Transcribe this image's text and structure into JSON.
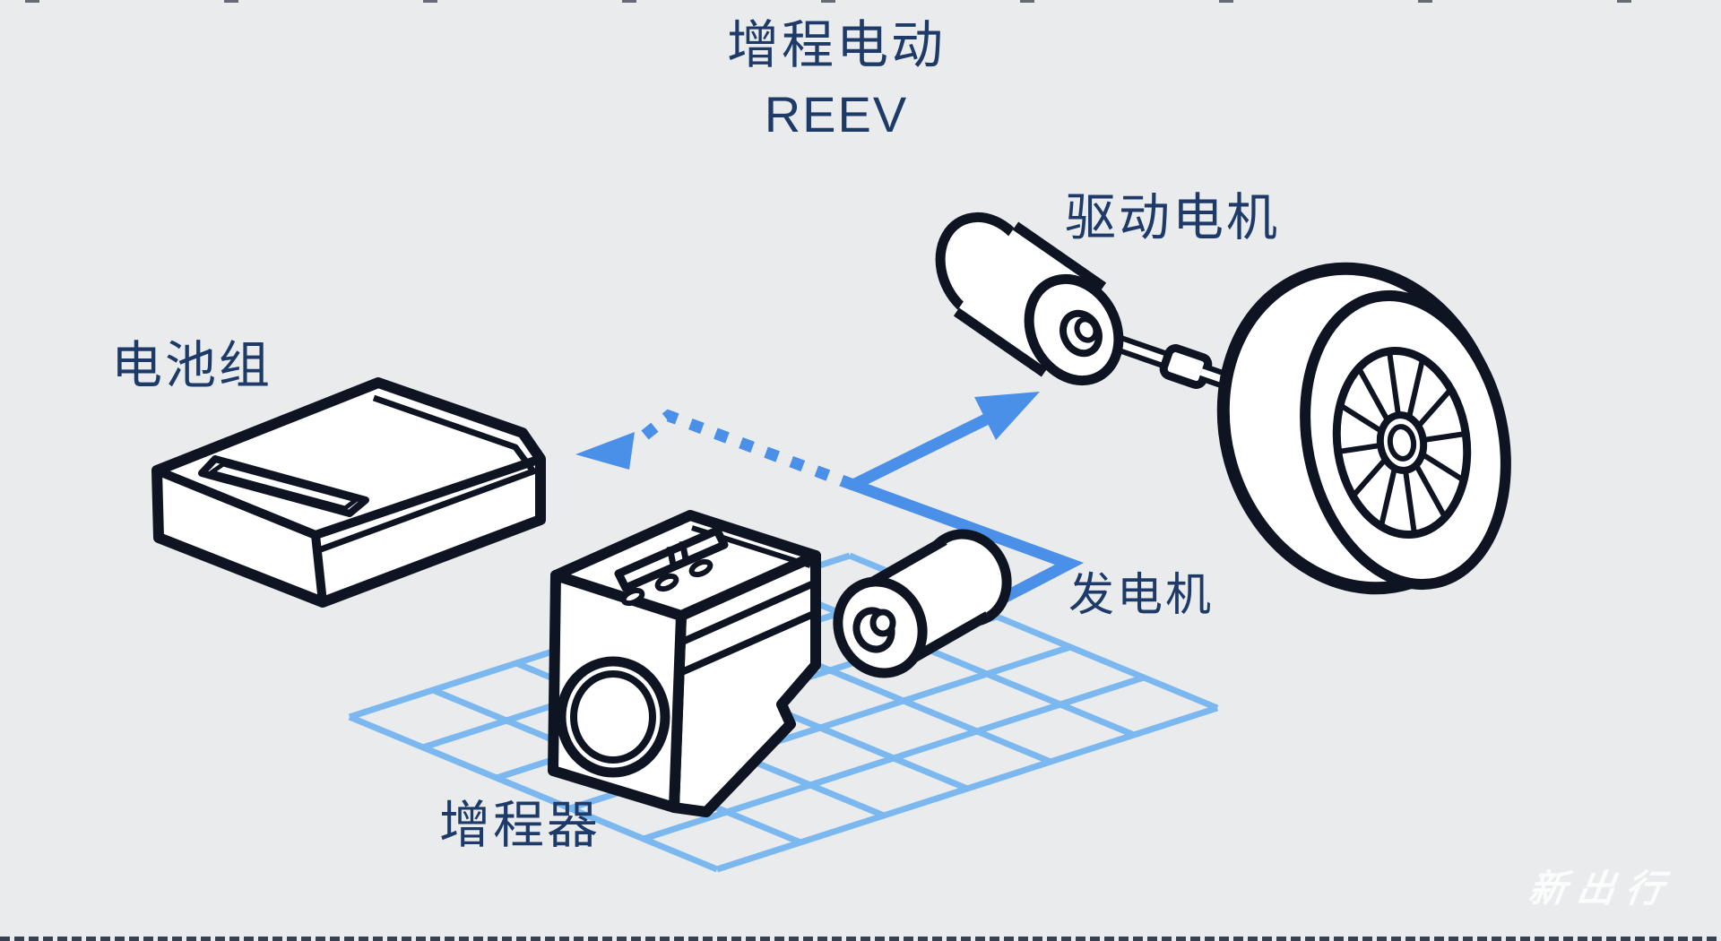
{
  "title": {
    "line1": "增程电动",
    "line2": "REEV"
  },
  "labels": {
    "battery_pack": "电池组",
    "drive_motor": "驱动电机",
    "generator": "发电机",
    "range_extender": "增程器"
  },
  "watermark": "新出行",
  "diagram": {
    "type": "powertrain-schematic",
    "components": [
      "battery-pack",
      "range-extender-engine",
      "generator",
      "drive-motor",
      "wheel"
    ],
    "flows": [
      {
        "from": "generator",
        "to": "drive-motor",
        "style": "solid-arrow"
      },
      {
        "from": "generator",
        "to": "battery-pack",
        "style": "dotted-arrow"
      }
    ]
  },
  "colors": {
    "background": "#e9ebec",
    "ink": "#0f1422",
    "label_text": "#1d3a68",
    "arrow_blue": "#4a8fe8",
    "grid_blue": "#7cb8f0",
    "watermark_white": "#ffffff",
    "border_dash": "#39404e"
  }
}
